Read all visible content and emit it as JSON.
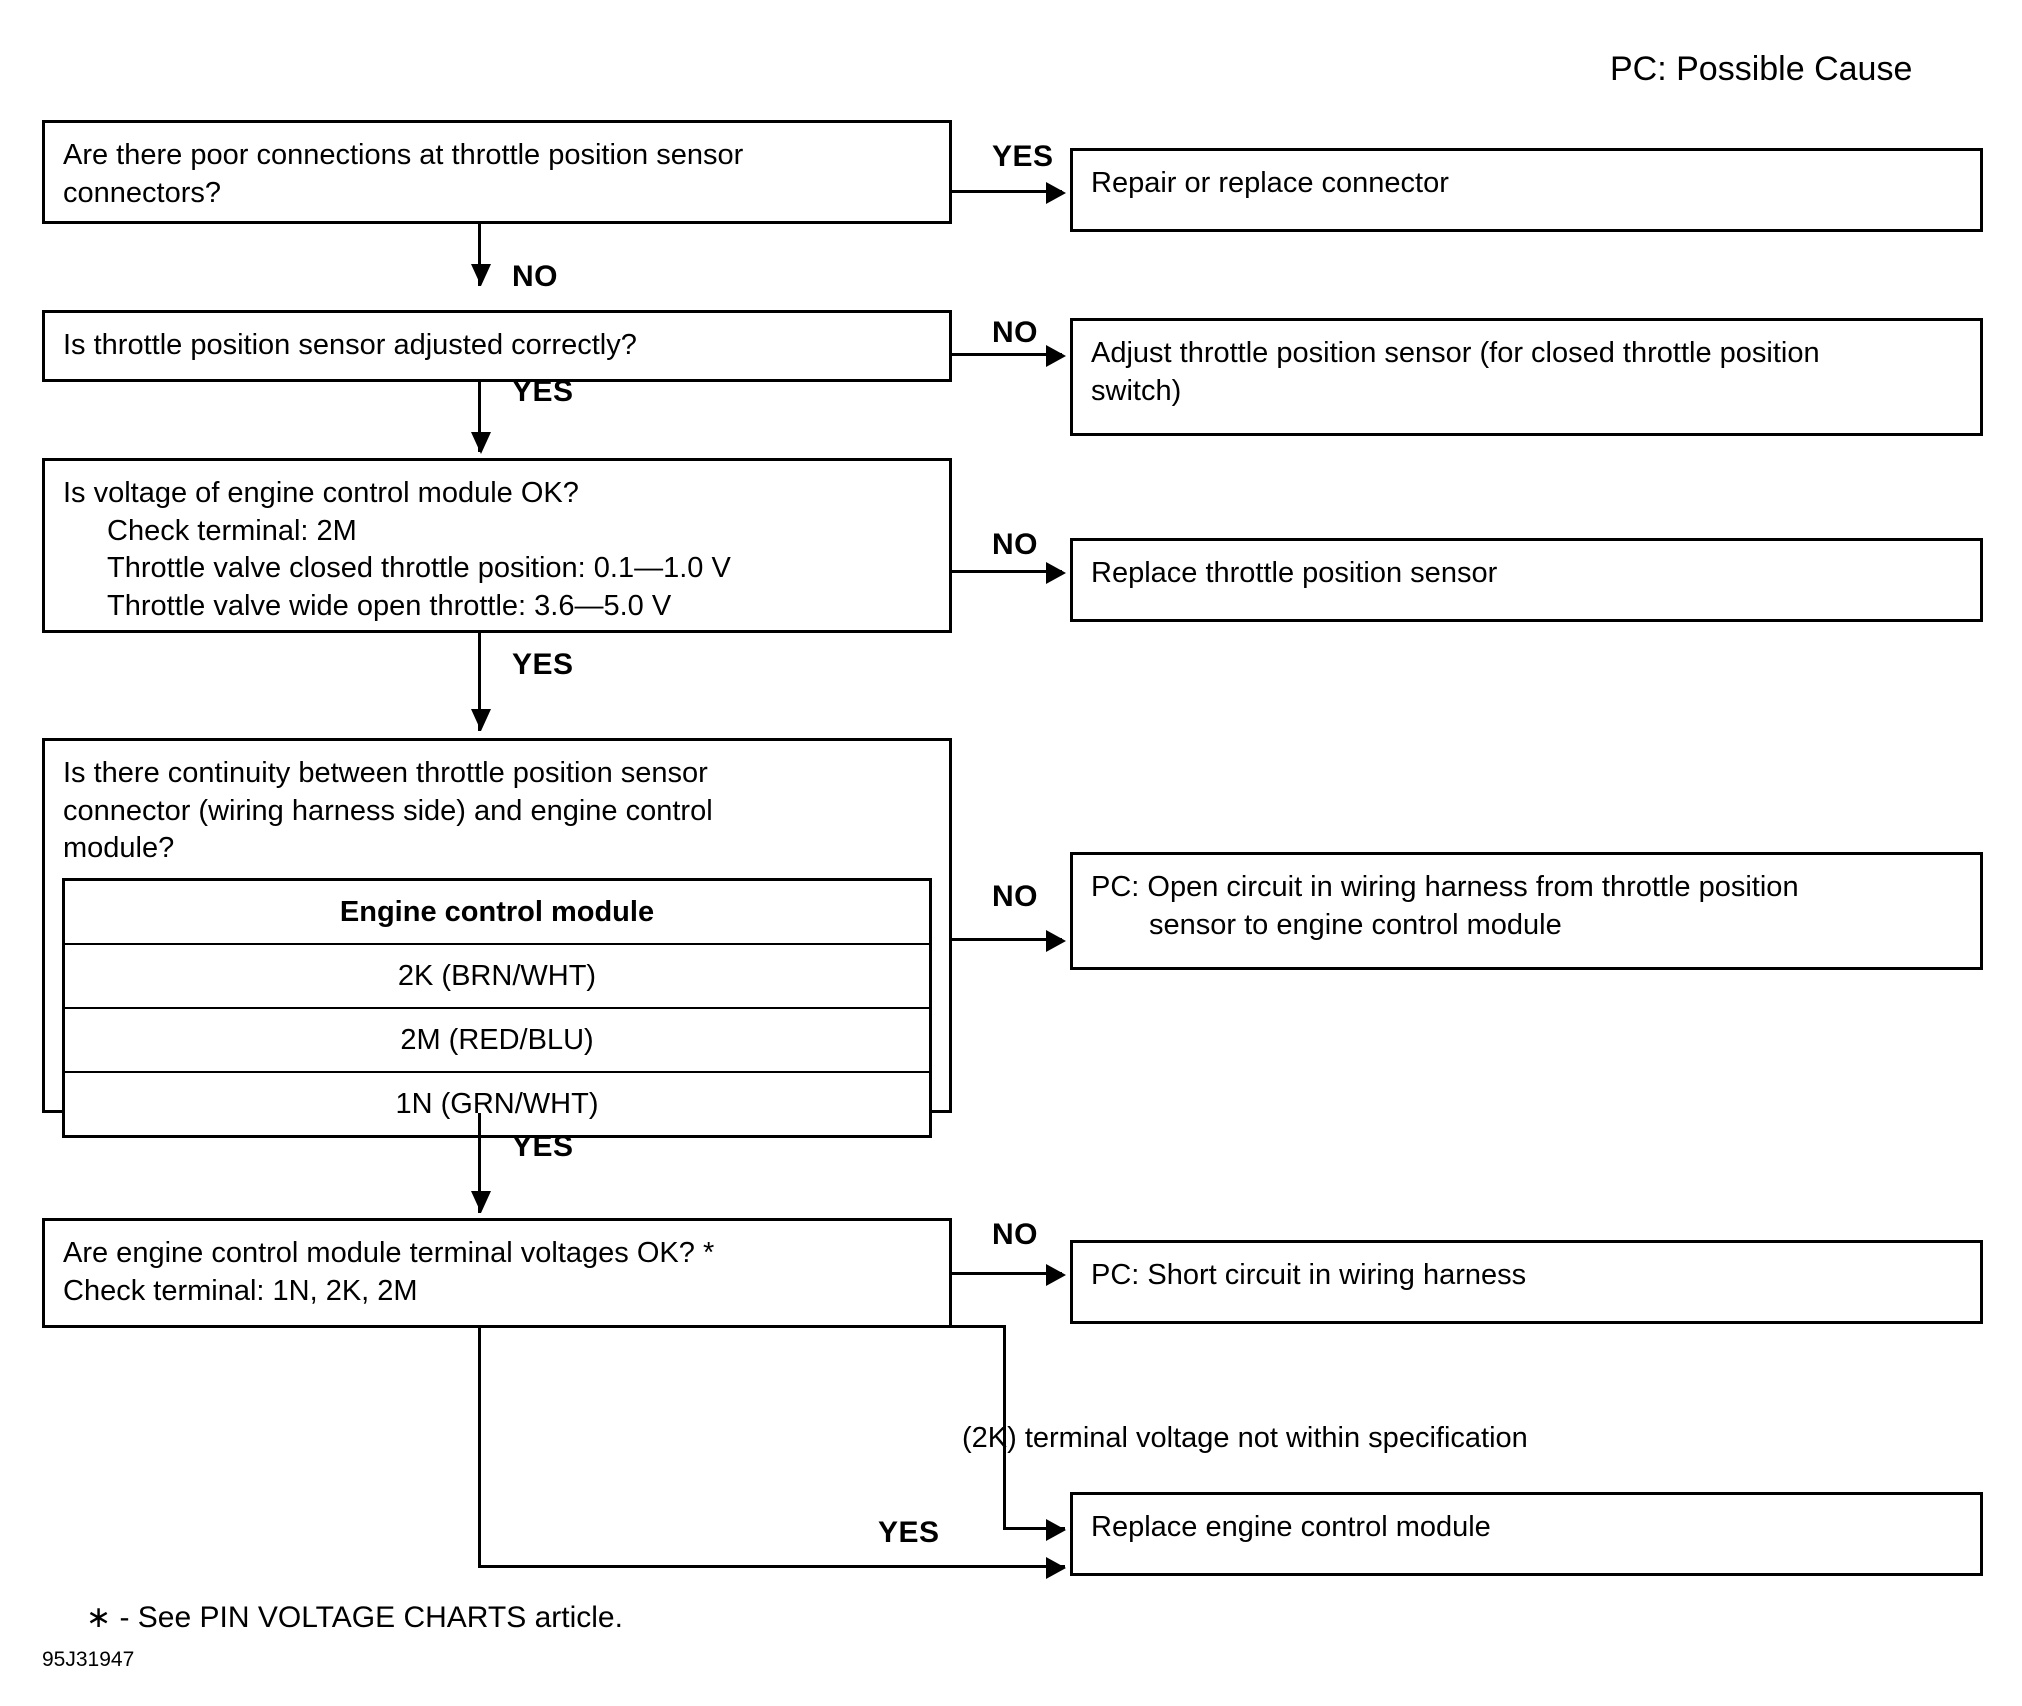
{
  "legend": "PC: Possible Cause",
  "nodes": {
    "q1": "Are there poor connections at throttle position sensor\nconnectors?",
    "a1": "Repair or replace connector",
    "q2": "Is throttle position sensor adjusted correctly?",
    "a2": "Adjust throttle position sensor (for closed throttle position\nswitch)",
    "q3_line1": "Is voltage of engine control module OK?",
    "q3_line2": "Check terminal: 2M",
    "q3_line3": "Throttle valve closed throttle position: 0.1—1.0 V",
    "q3_line4": "Throttle valve wide open throttle: 3.6—5.0 V",
    "a3": "Replace throttle position sensor",
    "q4": "Is there continuity between throttle position sensor\nconnector (wiring harness side) and engine control\nmodule?",
    "a4_line1": "PC: Open circuit in wiring harness from throttle position",
    "a4_line2": "sensor to engine control module",
    "q5_line1": "Are engine control module terminal voltages OK? *",
    "q5_line2": "Check terminal: 1N, 2K, 2M",
    "a5": "PC: Short circuit in wiring harness",
    "a6": "Replace engine control module"
  },
  "ecm_table": {
    "header": "Engine control module",
    "rows": [
      "2K (BRN/WHT)",
      "2M (RED/BLU)",
      "1N (GRN/WHT)"
    ]
  },
  "edges": {
    "q1_yes": "YES",
    "q1_no": "NO",
    "q2_no": "NO",
    "q2_yes": "YES",
    "q3_no": "NO",
    "q3_yes": "YES",
    "q4_no": "NO",
    "q4_yes": "YES",
    "q5_no": "NO",
    "q5_yes": "YES",
    "q5_spec": "(2K) terminal voltage not within specification"
  },
  "footer": {
    "note": "∗ - See PIN VOLTAGE CHARTS article.",
    "doc_id": "95J31947"
  }
}
